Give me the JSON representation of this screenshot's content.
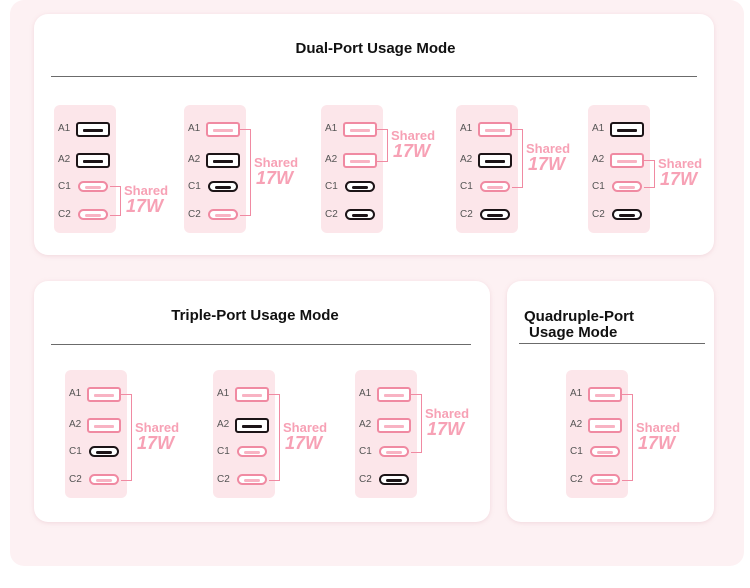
{
  "dual": {
    "title": "Dual-Port Usage Mode",
    "configs": [
      {
        "ports": {
          "A1": "active",
          "A2": "active",
          "C1": "shared",
          "C2": "shared"
        },
        "shared_label": "Shared",
        "power": "17W"
      },
      {
        "ports": {
          "A1": "shared",
          "A2": "active",
          "C1": "active",
          "C2": "shared"
        },
        "shared_label": "Shared",
        "power": "17W"
      },
      {
        "ports": {
          "A1": "shared",
          "A2": "shared",
          "C1": "active",
          "C2": "active"
        },
        "shared_label": "Shared",
        "power": "17W"
      },
      {
        "ports": {
          "A1": "shared",
          "A2": "active",
          "C1": "shared",
          "C2": "active"
        },
        "shared_label": "Shared",
        "power": "17W"
      },
      {
        "ports": {
          "A1": "active",
          "A2": "shared",
          "C1": "shared",
          "C2": "active"
        },
        "shared_label": "Shared",
        "power": "17W"
      }
    ]
  },
  "triple": {
    "title": "Triple-Port Usage Mode",
    "configs": [
      {
        "ports": {
          "A1": "shared",
          "A2": "shared",
          "C1": "active",
          "C2": "shared"
        },
        "shared_label": "Shared",
        "power": "17W"
      },
      {
        "ports": {
          "A1": "shared",
          "A2": "active",
          "C1": "shared",
          "C2": "shared"
        },
        "shared_label": "Shared",
        "power": "17W"
      },
      {
        "ports": {
          "A1": "shared",
          "A2": "shared",
          "C1": "shared",
          "C2": "active"
        },
        "shared_label": "Shared",
        "power": "17W"
      }
    ]
  },
  "quad": {
    "title_line1": "Quadruple-Port",
    "title_line2": "Usage Mode",
    "configs": [
      {
        "ports": {
          "A1": "shared",
          "A2": "shared",
          "C1": "shared",
          "C2": "shared"
        },
        "shared_label": "Shared",
        "power": "17W"
      }
    ]
  },
  "port_labels": [
    "A1",
    "A2",
    "C1",
    "C2"
  ],
  "colors": {
    "active": "#1c1417",
    "shared": "#f08aa2",
    "label": "#f7a1b5",
    "panel": "#fce6ea"
  }
}
